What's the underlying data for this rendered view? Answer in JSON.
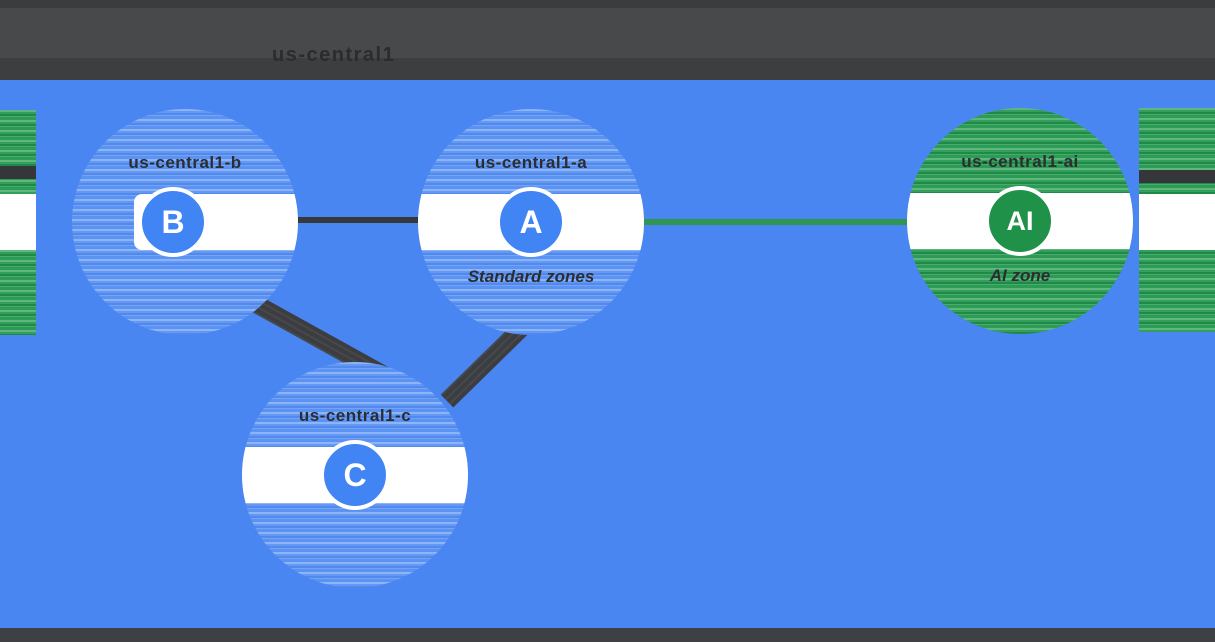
{
  "title": {
    "region": "us-central1"
  },
  "zones": {
    "b": {
      "name": "us-central1-b",
      "letter": "B"
    },
    "a": {
      "name": "us-central1-a",
      "letter": "A",
      "category": "Standard zones"
    },
    "c": {
      "name": "us-central1-c",
      "letter": "C"
    },
    "ai": {
      "name": "us-central1-ai",
      "letter": "AI",
      "category": "AI zone"
    }
  },
  "connections": [
    {
      "from": "B",
      "to": "A",
      "color": "dark"
    },
    {
      "from": "B",
      "to": "C",
      "color": "dark"
    },
    {
      "from": "A",
      "to": "C",
      "color": "dark"
    },
    {
      "from": "A",
      "to": "AI",
      "color": "green"
    }
  ],
  "colors": {
    "background_blue": "#4a86f2",
    "sphere_blue": "#5b93f4",
    "node_blue": "#4184f4",
    "sphere_green": "#2a9c54",
    "node_green": "#1f9149",
    "connector_dark": "#36383c",
    "connector_green": "#2e9553",
    "top_bar": "#48494b",
    "bottom_bar": "#3f4043",
    "label_dark": "#2b2d30",
    "pill_white": "#ffffff"
  }
}
